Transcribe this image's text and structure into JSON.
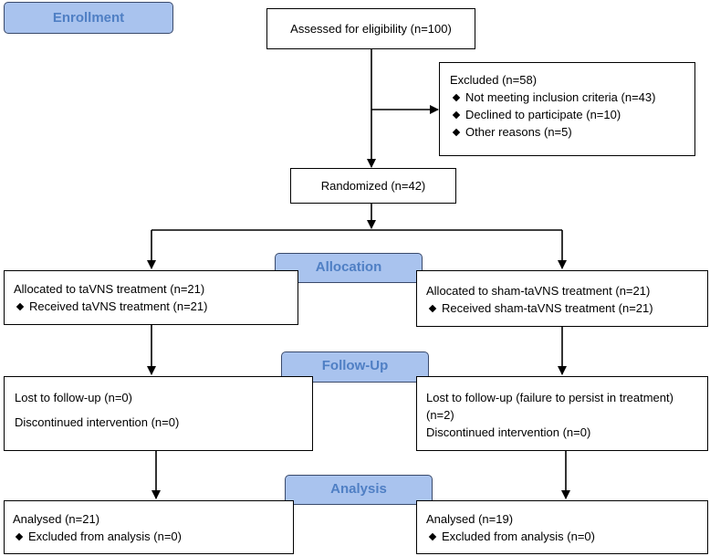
{
  "phases": {
    "enrollment": "Enrollment",
    "allocation": "Allocation",
    "followup": "Follow-Up",
    "analysis": "Analysis"
  },
  "assessed": "Assessed for eligibility (n=100)",
  "excluded": {
    "title": "Excluded (n=58)",
    "items": [
      "Not meeting inclusion criteria (n=43)",
      "Declined to participate (n=10)",
      "Other reasons (n=5)"
    ]
  },
  "randomized": "Randomized (n=42)",
  "allocation_left": {
    "title": "Allocated to taVNS treatment (n=21)",
    "item": "Received taVNS treatment (n=21)"
  },
  "allocation_right": {
    "title": "Allocated to sham-taVNS treatment (n=21)",
    "item": "Received sham-taVNS treatment (n=21)"
  },
  "followup_left": {
    "lost": "Lost to follow-up (n=0)",
    "discontinued": "Discontinued intervention (n=0)"
  },
  "followup_right": {
    "lost_line1": "Lost to follow-up (failure to persist in treatment)",
    "lost_line2": "(n=2)",
    "discontinued": "Discontinued intervention (n=0)"
  },
  "analysis_left": {
    "title": "Analysed (n=21)",
    "item": "Excluded from analysis (n=0)"
  },
  "analysis_right": {
    "title": "Analysed (n=19)",
    "item": "Excluded from analysis (n=0)"
  }
}
